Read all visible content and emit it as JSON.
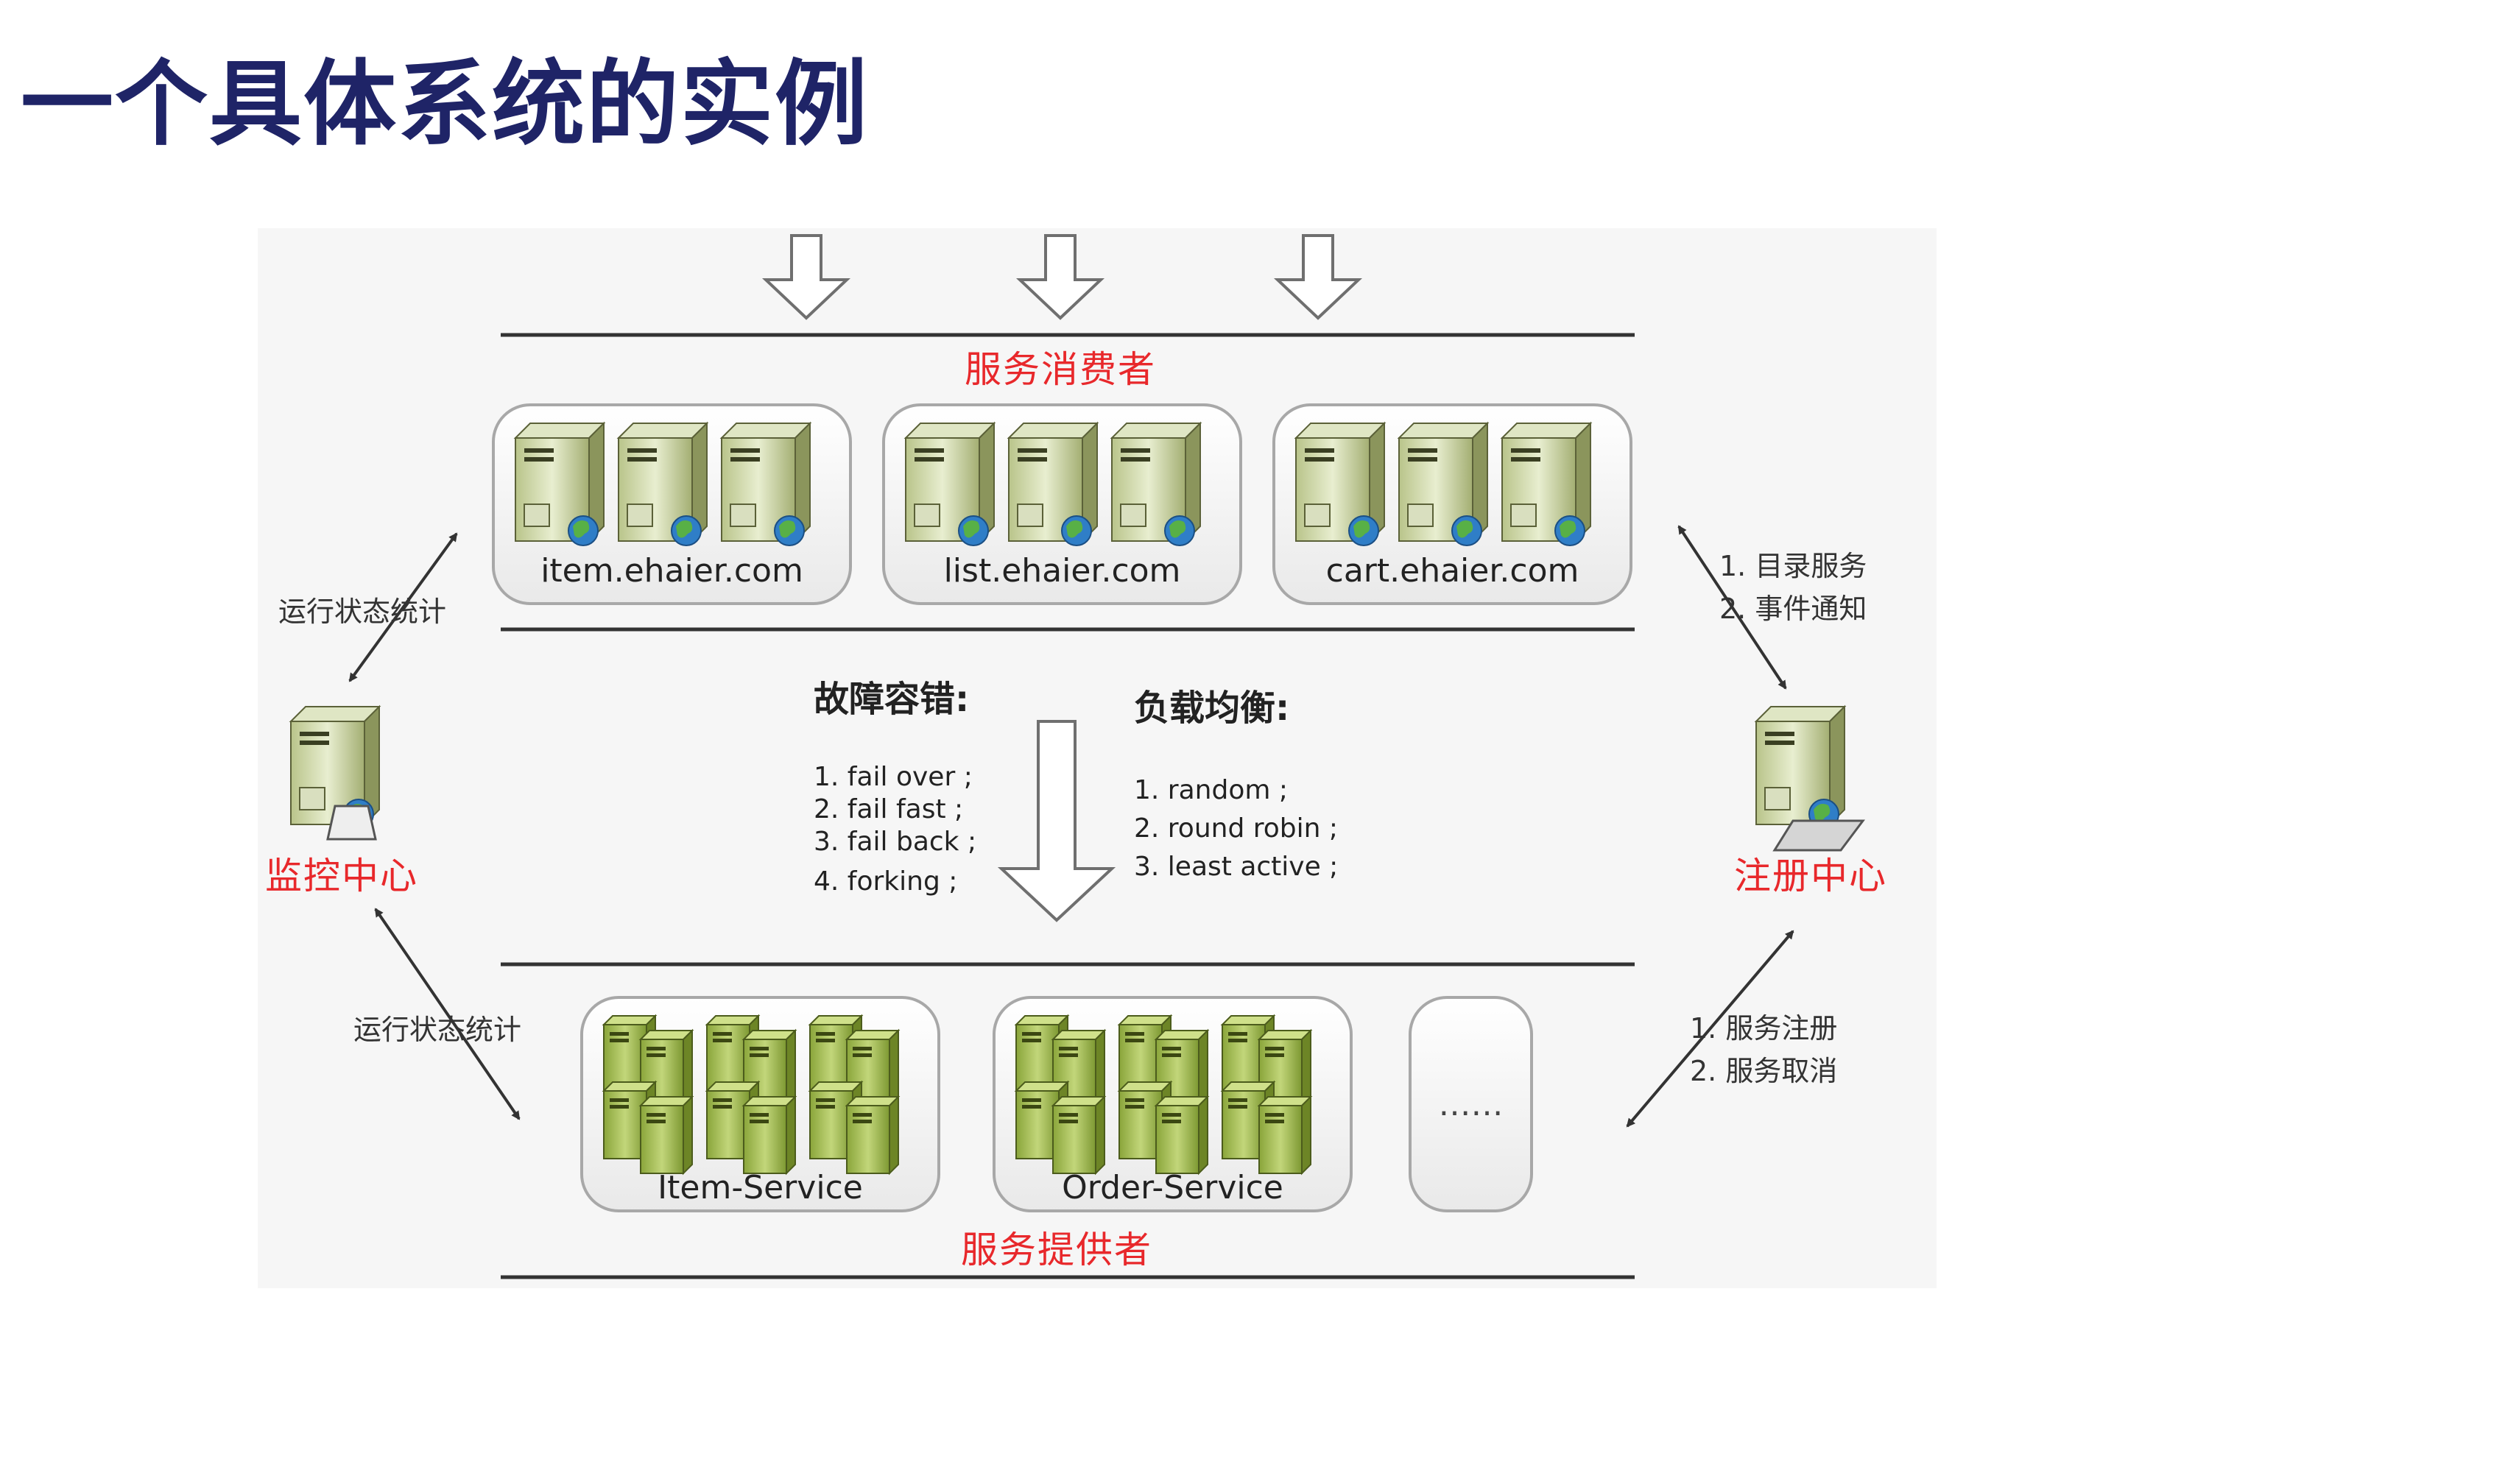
{
  "title": "一个具体系统的实例",
  "consumer_label": "服务消费者",
  "provider_label": "服务提供者",
  "monitor_label": "监控中心",
  "registry_label": "注册中心",
  "consumer_clusters": [
    "item.ehaier.com",
    "list.ehaier.com",
    "cart.ehaier.com"
  ],
  "provider_clusters": [
    "Item-Service",
    "Order-Service",
    "……"
  ],
  "fault_tolerance": {
    "header": "故障容错:",
    "items": [
      "1. fail over ;",
      "2. fail fast ;",
      "3. fail back ;",
      "4. forking ;"
    ]
  },
  "load_balance": {
    "header": "负载均衡:",
    "items": [
      "1. random ;",
      "2. round robin ;",
      "3. least active ;"
    ]
  },
  "monitor_consumer_link": "运行状态统计",
  "monitor_provider_link": "运行状态统计",
  "registry_consumer_link": [
    "1.  目录服务",
    "2.  事件通知"
  ],
  "registry_provider_link": [
    "1.  服务注册",
    "2.  服务取消"
  ],
  "colors": {
    "title": "#1f2467",
    "accent_red": "#e8282b",
    "server_green": "#9fb84a"
  }
}
